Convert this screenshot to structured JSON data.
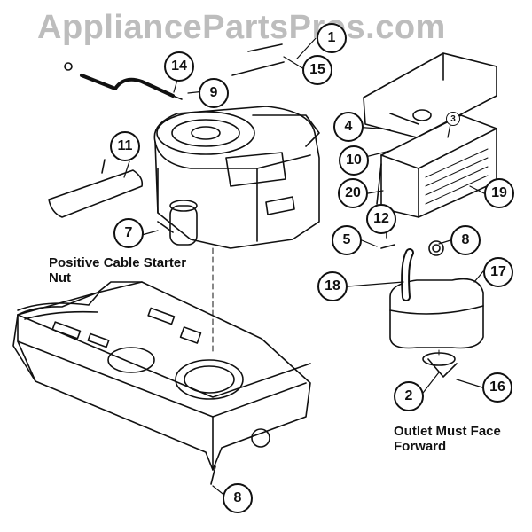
{
  "watermark": "AppliancePartsPros.com",
  "notes": {
    "positive_cable_line1": "Positive Cable Starter",
    "positive_cable_line2": "Nut",
    "outlet_line1": "Outlet Must Face",
    "outlet_line2": "Forward"
  },
  "callouts": {
    "c1": "1",
    "c2": "2",
    "c3": "3",
    "c4": "4",
    "c5": "5",
    "c7": "7",
    "c8a": "8",
    "c8b": "8",
    "c9": "9",
    "c10": "10",
    "c11": "11",
    "c12": "12",
    "c14": "14",
    "c15": "15",
    "c16": "16",
    "c17": "17",
    "c18": "18",
    "c19": "19",
    "c20": "20"
  }
}
